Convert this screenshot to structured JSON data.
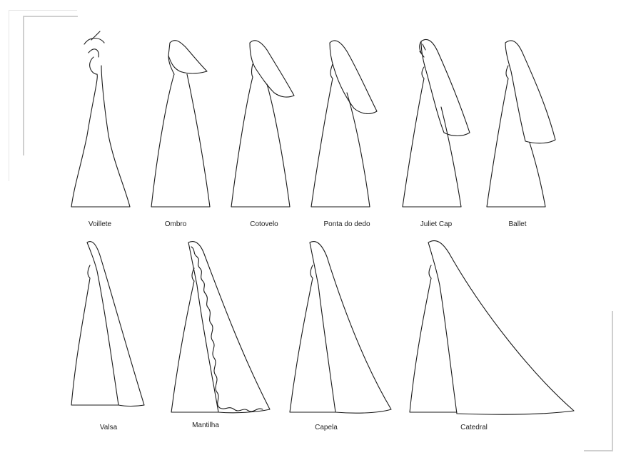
{
  "veil_types": [
    {
      "id": "voillete",
      "label": "Voillete"
    },
    {
      "id": "ombro",
      "label": "Ombro"
    },
    {
      "id": "cotovelo",
      "label": "Cotovelo"
    },
    {
      "id": "ponta-do-dedo",
      "label": "Ponta do dedo"
    },
    {
      "id": "juliet-cap",
      "label": "Juliet Cap"
    },
    {
      "id": "ballet",
      "label": "Ballet"
    },
    {
      "id": "valsa",
      "label": "Valsa"
    },
    {
      "id": "mantilha",
      "label": "Mantilha"
    },
    {
      "id": "capela",
      "label": "Capela"
    },
    {
      "id": "catedral",
      "label": "Catedral"
    }
  ],
  "colors": {
    "stroke": "#1a1a1a",
    "frame": "#cfcfcf",
    "background": "#ffffff"
  }
}
